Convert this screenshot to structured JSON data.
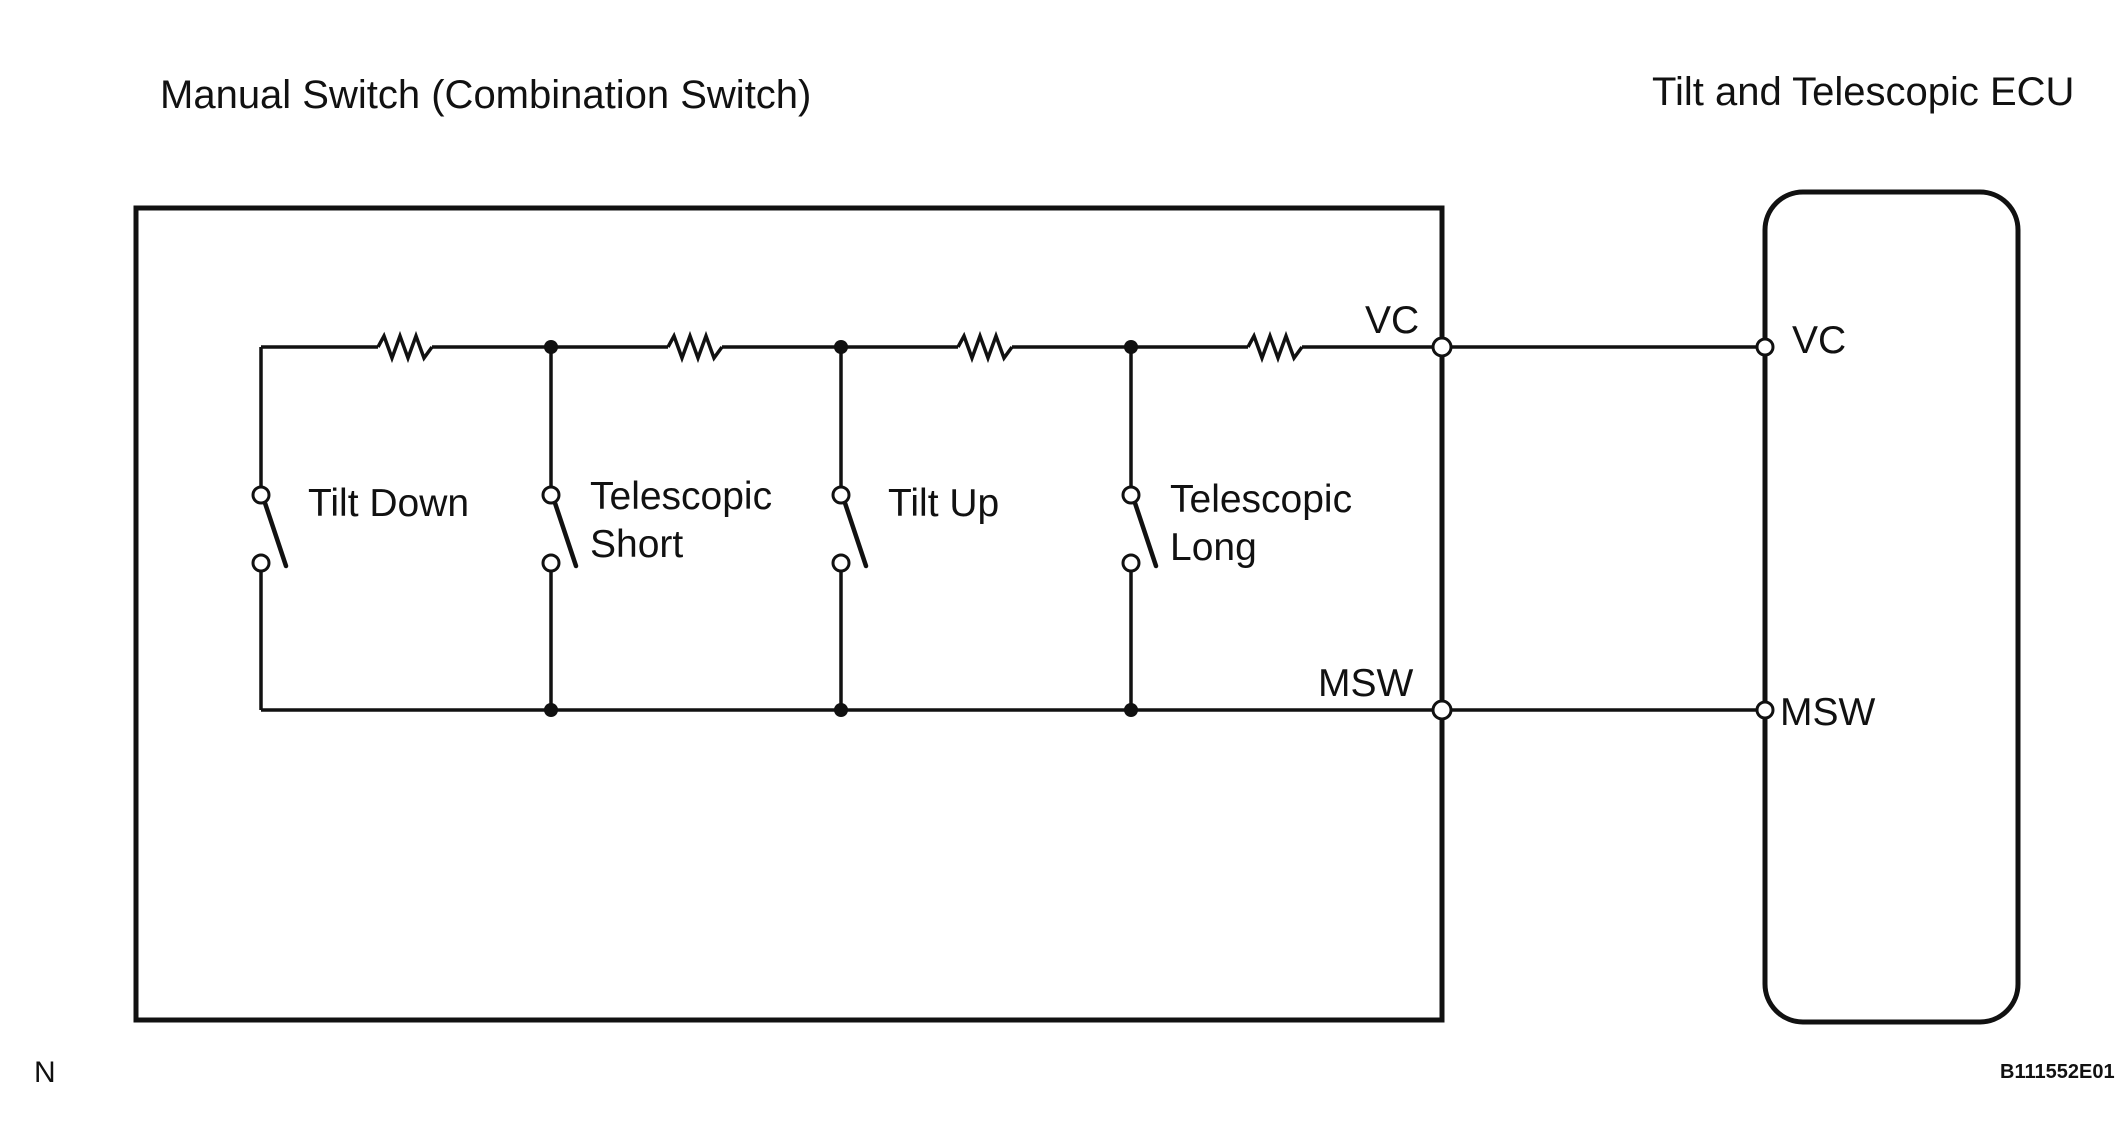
{
  "titles": {
    "switch_title": "Manual Switch (Combination Switch)",
    "ecu_title": "Tilt and Telescopic ECU"
  },
  "switch_terminals": {
    "vc": "VC",
    "msw": "MSW"
  },
  "ecu_terminals": {
    "vc": "VC",
    "msw": "MSW"
  },
  "switches": [
    {
      "line1": "Tilt Down",
      "line2": ""
    },
    {
      "line1": "Telescopic",
      "line2": "Short"
    },
    {
      "line1": "Tilt Up",
      "line2": ""
    },
    {
      "line1": "Telescopic",
      "line2": "Long"
    }
  ],
  "footer": {
    "left_mark": "N",
    "figure_code": "B111552E01"
  }
}
